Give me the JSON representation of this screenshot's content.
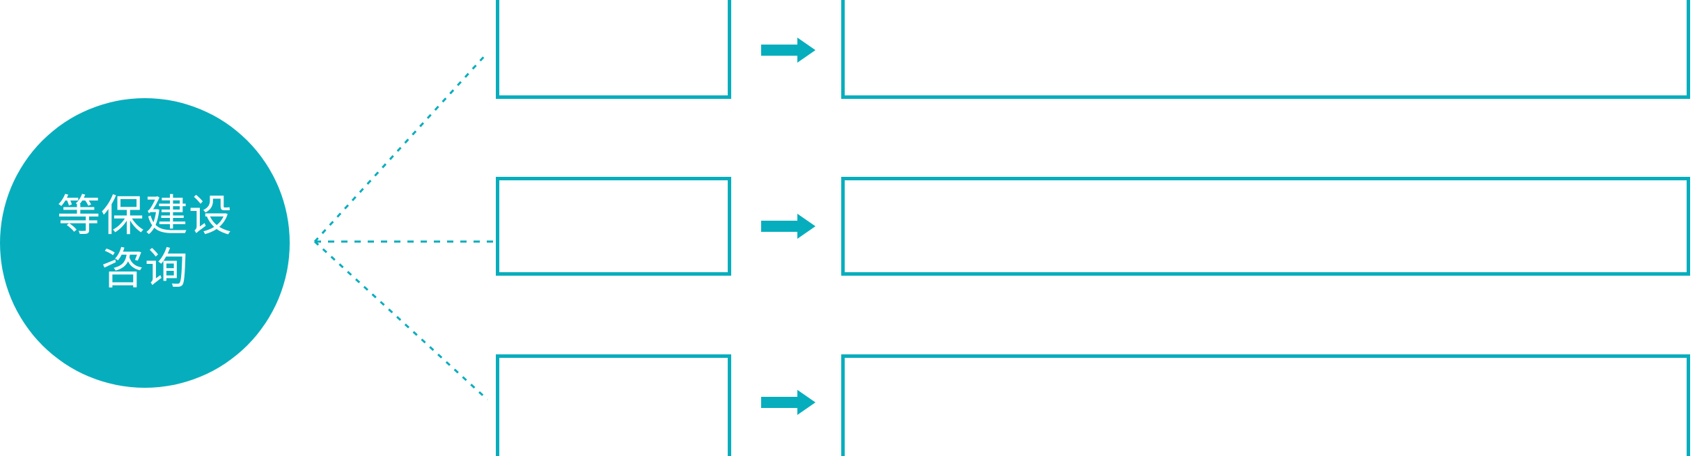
{
  "theme": {
    "accent": "#06AEBD",
    "background": "#FFFFFF",
    "box_border": "#06AEBD",
    "hub_text": "#FFFFFF"
  },
  "hub": {
    "name": "等保建设咨询",
    "line1": "等保建设",
    "line2": "咨询"
  },
  "connector": {
    "style": "dotted",
    "color": "#06AEBD",
    "vertex_label": "branch-vertex"
  },
  "rows": [
    {
      "id": "row-1",
      "category": "",
      "detail": "",
      "arrow": "arrow-right-icon"
    },
    {
      "id": "row-2",
      "category": "",
      "detail": "",
      "arrow": "arrow-right-icon"
    },
    {
      "id": "row-3",
      "category": "",
      "detail": "",
      "arrow": "arrow-right-icon"
    }
  ]
}
